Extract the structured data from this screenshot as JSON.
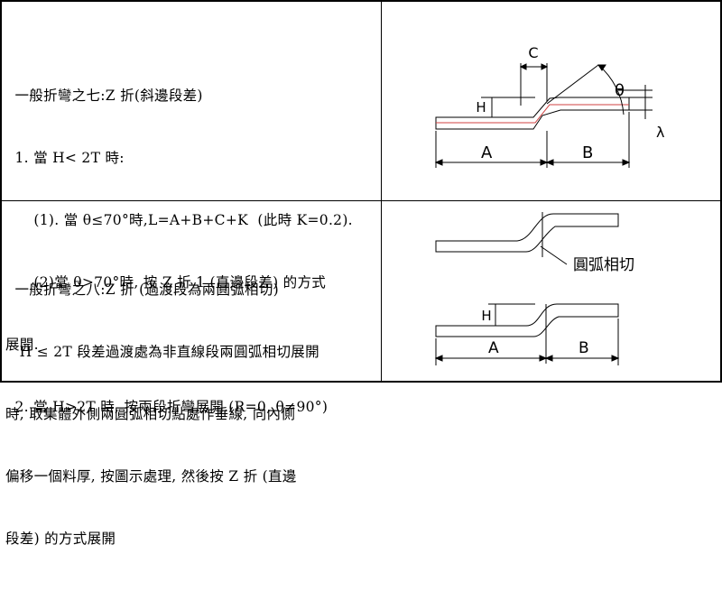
{
  "section7": {
    "lines": [
      "  一般折彎之七:Z 折(斜邊段差)",
      "  1. 當 H< 2T 時:",
      "      (1). 當 θ≤70°時,L=A+B+C+K  (此時 K=0.2).",
      "      (2)當 θ>70°時, 按 Z 折 1 (直邊段差) 的方式",
      "展開.",
      "  2. 當 H>2T 時, 按兩段折彎展開.(R=0, θ≠90°)"
    ]
  },
  "section8": {
    "lines": [
      "  一般折彎之八:Z 折 (過渡段為兩圓弧相切)",
      "   H ≤ 2T 段差過渡處為非直線段兩圓弧相切展開",
      "時, 取集體外側兩圓弧相切點處作垂線, 向內側",
      "偏移一個料厚, 按圖示處理, 然後按 Z 折 (直邊",
      "段差) 的方式展開"
    ]
  },
  "diagram7": {
    "labels": {
      "c": "C",
      "h": "H",
      "theta": "θ",
      "a": "A",
      "b": "B",
      "lambda": "λ"
    }
  },
  "diagram8": {
    "labels": {
      "tangent": "圓弧相切",
      "h": "H",
      "a": "A",
      "b": "B"
    }
  }
}
